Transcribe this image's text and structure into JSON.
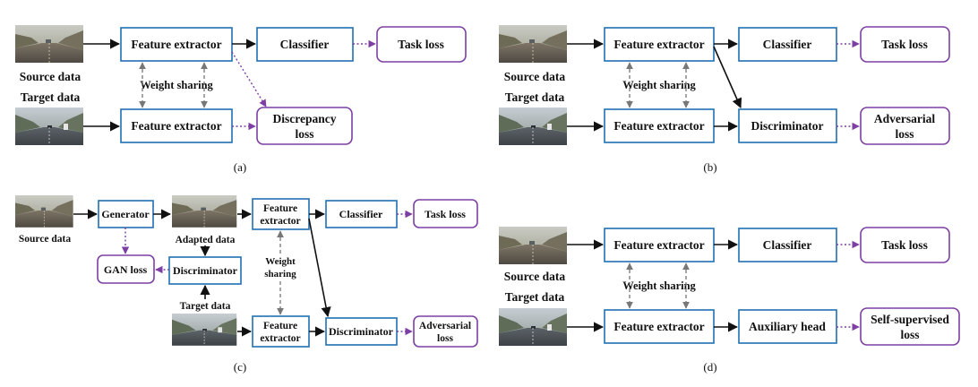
{
  "panel_a": {
    "caption": "(a)",
    "source_label": "Source data",
    "target_label": "Target data",
    "feature_extractor_top": "Feature extractor",
    "feature_extractor_bottom": "Feature extractor",
    "classifier": "Classifier",
    "task_loss": "Task loss",
    "weight_sharing": "Weight sharing",
    "discrepancy_loss_line1": "Discrepancy",
    "discrepancy_loss_line2": "loss"
  },
  "panel_b": {
    "caption": "(b)",
    "source_label": "Source data",
    "target_label": "Target data",
    "feature_extractor_top": "Feature extractor",
    "feature_extractor_bottom": "Feature extractor",
    "classifier": "Classifier",
    "task_loss": "Task loss",
    "weight_sharing": "Weight sharing",
    "discriminator": "Discriminator",
    "adversarial_loss_line1": "Adversarial",
    "adversarial_loss_line2": "loss"
  },
  "panel_c": {
    "caption": "(c)",
    "source_label": "Source data",
    "generator": "Generator",
    "adapted_label": "Adapted data",
    "feature_extractor_top_line1": "Feature",
    "feature_extractor_top_line2": "extractor",
    "classifier": "Classifier",
    "task_loss": "Task loss",
    "gan_loss": "GAN loss",
    "discriminator_mid": "Discriminator",
    "weight_sharing_line1": "Weight",
    "weight_sharing_line2": "sharing",
    "target_label": "Target data",
    "feature_extractor_bottom_line1": "Feature",
    "feature_extractor_bottom_line2": "extractor",
    "discriminator_right": "Discriminator",
    "adversarial_loss_line1": "Adversarial",
    "adversarial_loss_line2": "loss"
  },
  "panel_d": {
    "caption": "(d)",
    "source_label": "Source data",
    "target_label": "Target data",
    "feature_extractor_top": "Feature extractor",
    "feature_extractor_bottom": "Feature extractor",
    "classifier": "Classifier",
    "task_loss": "Task loss",
    "weight_sharing": "Weight sharing",
    "auxiliary_head": "Auxiliary head",
    "self_supervised_line1": "Self-supervised",
    "self_supervised_line2": "loss"
  },
  "colors": {
    "module_border": "#1f6fb2",
    "loss_border": "#7d3fa3",
    "loss_arrow": "#7d3fa3",
    "weight_sharing_arrow": "#777777"
  }
}
